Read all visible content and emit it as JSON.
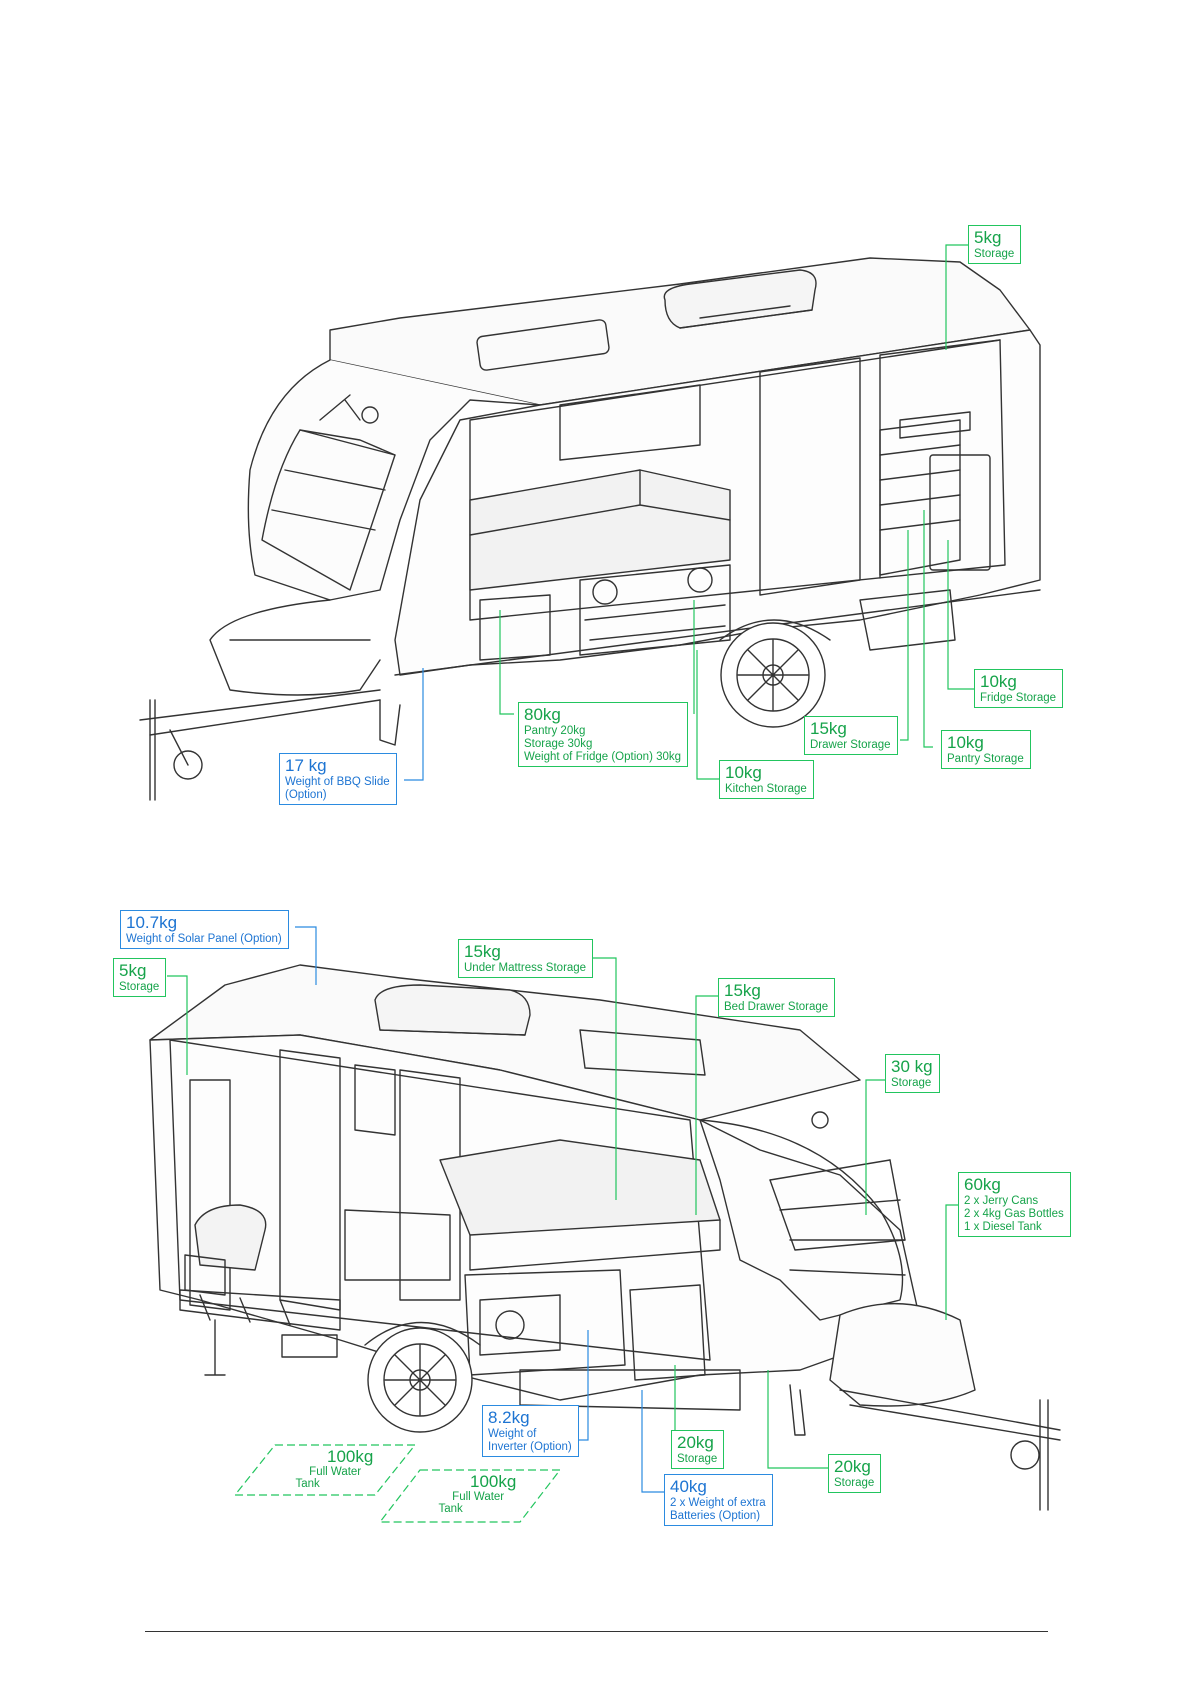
{
  "colors": {
    "green": "#22c55e",
    "green_text": "#16a34a",
    "blue": "#2b8be0",
    "blue_text": "#1d74d2",
    "line": "#333333"
  },
  "top_view": {
    "labels": [
      {
        "id": "top-storage-5kg",
        "weight": "5kg",
        "lines": [
          "Storage"
        ],
        "color": "green"
      },
      {
        "id": "top-fridge-storage",
        "weight": "10kg",
        "lines": [
          "Fridge Storage"
        ],
        "color": "green"
      },
      {
        "id": "top-drawer-storage",
        "weight": "15kg",
        "lines": [
          "Drawer Storage"
        ],
        "color": "green"
      },
      {
        "id": "top-pantry-storage",
        "weight": "10kg",
        "lines": [
          "Pantry Storage"
        ],
        "color": "green"
      },
      {
        "id": "top-pantry-combo",
        "weight": "80kg",
        "lines": [
          "Pantry 20kg",
          "Storage 30kg",
          "Weight of Fridge (Option) 30kg"
        ],
        "color": "green"
      },
      {
        "id": "top-kitchen-storage",
        "weight": "10kg",
        "lines": [
          "Kitchen Storage"
        ],
        "color": "green"
      },
      {
        "id": "top-bbq-slide",
        "weight": "17 kg",
        "lines": [
          "Weight of BBQ Slide",
          "(Option)"
        ],
        "color": "blue"
      }
    ]
  },
  "bottom_view": {
    "labels": [
      {
        "id": "bottom-solar-panel",
        "weight": "10.7kg",
        "lines": [
          "Weight of Solar Panel (Option)"
        ],
        "color": "blue"
      },
      {
        "id": "bottom-storage-5kg",
        "weight": "5kg",
        "lines": [
          "Storage"
        ],
        "color": "green"
      },
      {
        "id": "bottom-under-mattress",
        "weight": "15kg",
        "lines": [
          "Under Mattress Storage"
        ],
        "color": "green"
      },
      {
        "id": "bottom-bed-drawer",
        "weight": "15kg",
        "lines": [
          "Bed Drawer Storage"
        ],
        "color": "green"
      },
      {
        "id": "bottom-storage-30kg",
        "weight": "30 kg",
        "lines": [
          "Storage"
        ],
        "color": "green"
      },
      {
        "id": "bottom-front-box",
        "weight": "60kg",
        "lines": [
          "2 x Jerry Cans",
          "2 x 4kg Gas Bottles",
          "1 x Diesel Tank"
        ],
        "color": "green"
      },
      {
        "id": "bottom-inverter",
        "weight": "8.2kg",
        "lines": [
          "Weight of",
          "Inverter (Option)"
        ],
        "color": "blue"
      },
      {
        "id": "bottom-storage-20kg-a",
        "weight": "20kg",
        "lines": [
          "Storage"
        ],
        "color": "green"
      },
      {
        "id": "bottom-storage-20kg-b",
        "weight": "20kg",
        "lines": [
          "Storage"
        ],
        "color": "green"
      },
      {
        "id": "bottom-batteries",
        "weight": "40kg",
        "lines": [
          "2 x Weight of extra",
          "Batteries (Option)"
        ],
        "color": "blue"
      }
    ],
    "water_tanks": [
      {
        "id": "water-tank-1",
        "weight": "100kg",
        "lines": [
          "Full Water",
          "Tank"
        ]
      },
      {
        "id": "water-tank-2",
        "weight": "100kg",
        "lines": [
          "Full Water",
          "Tank"
        ]
      }
    ]
  }
}
